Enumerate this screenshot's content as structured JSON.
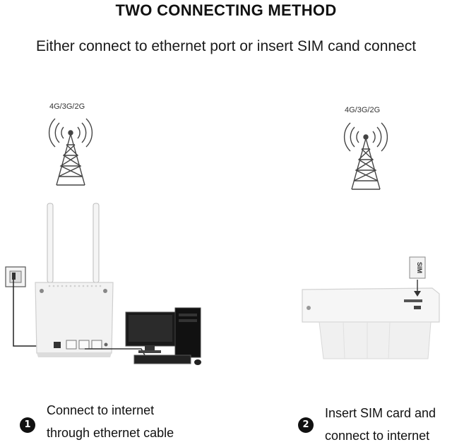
{
  "title": "TWO CONNECTING METHOD",
  "subtitle": "Either connect to ethernet port or insert SIM cand connect",
  "left": {
    "tower_label": "4G/3G/2G",
    "step_number": "1",
    "step_line1": "Connect to internet",
    "step_line2": "through ethernet cable"
  },
  "right": {
    "tower_label": "4G/3G/2G",
    "sim_label": "SIM",
    "step_number": "2",
    "step_line1": "Insert SIM card and",
    "step_line2": "connect to internet"
  }
}
